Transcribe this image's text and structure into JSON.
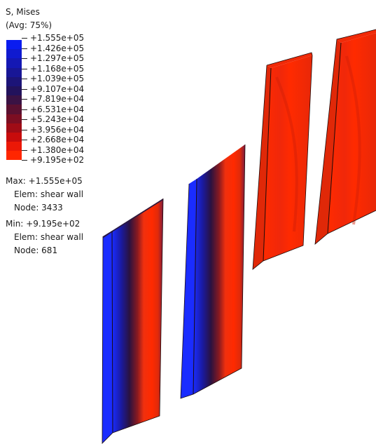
{
  "legend": {
    "title": "S, Mises",
    "averaging": "(Avg: 75%)",
    "levels": [
      {
        "label": "+1.555e+05",
        "color": "#0a1cf0"
      },
      {
        "label": "+1.426e+05",
        "color": "#0f1ad0"
      },
      {
        "label": "+1.297e+05",
        "color": "#1418b4"
      },
      {
        "label": "+1.168e+05",
        "color": "#181696"
      },
      {
        "label": "+1.039e+05",
        "color": "#1c1478"
      },
      {
        "label": "+9.107e+04",
        "color": "#22125c"
      },
      {
        "label": "+7.819e+04",
        "color": "#3a1244"
      },
      {
        "label": "+6.531e+04",
        "color": "#5a1030"
      },
      {
        "label": "+5.243e+04",
        "color": "#7c0e22"
      },
      {
        "label": "+3.956e+04",
        "color": "#a00c16"
      },
      {
        "label": "+2.668e+04",
        "color": "#c80c0c"
      },
      {
        "label": "+1.380e+04",
        "color": "#ec1806"
      },
      {
        "label": "+9.195e+02",
        "color": "#ff2600"
      }
    ]
  },
  "max_info": {
    "value_line": "Max: +1.555e+05",
    "elem_line": "Elem: shear wall",
    "node_line": "Node: 3433"
  },
  "min_info": {
    "value_line": "Min: +9.195e+02",
    "elem_line": "Elem: shear wall",
    "node_line": "Node: 681"
  },
  "colors": {
    "blue": "#1a1aff",
    "dark": "#2a1020",
    "red": "#ff2600",
    "deep_red": "#d81a0a",
    "edge": "#1a0a0a"
  }
}
